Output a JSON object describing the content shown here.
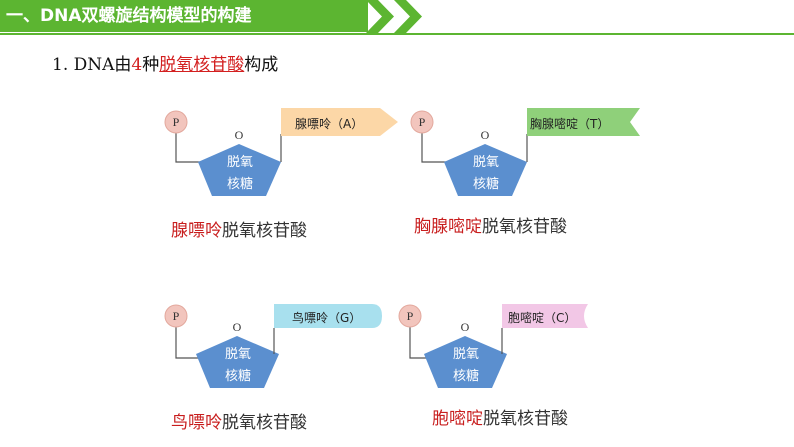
{
  "header": {
    "title": "一、DNA双螺旋结构模型的构建"
  },
  "subtitle": {
    "prefix": "1. DNA由",
    "count": "4",
    "middle": "种",
    "term": "脱氧核苷酸",
    "suffix": "构成"
  },
  "colors": {
    "green": "#5cb531",
    "pentagon": "#5b8fcf",
    "orange": "#fcd7a7",
    "green_light": "#8fd07a",
    "blue_light": "#a8e0ee",
    "pink": "#f2c7e6",
    "phosphate": "#f2c5bd",
    "red": "#c81e1e"
  },
  "nucleotides": [
    {
      "phosphate": "P",
      "oxygen": "O",
      "sugar_line1": "脱氧",
      "sugar_line2": "核糖",
      "base": "腺嘌呤（A）",
      "caption_red": "腺嘌呤",
      "caption_black": "脱氧核苷酸"
    },
    {
      "phosphate": "P",
      "oxygen": "O",
      "sugar_line1": "脱氧",
      "sugar_line2": "核糖",
      "base": "胸腺嘧啶（T）",
      "caption_red": "胸腺嘧啶",
      "caption_black": "脱氧核苷酸"
    },
    {
      "phosphate": "P",
      "oxygen": "O",
      "sugar_line1": "脱氧",
      "sugar_line2": "核糖",
      "base": "鸟嘌呤（G）",
      "caption_red": "鸟嘌呤",
      "caption_black": "脱氧核苷酸"
    },
    {
      "phosphate": "P",
      "oxygen": "O",
      "sugar_line1": "脱氧",
      "sugar_line2": "核糖",
      "base": "胞嘧啶（C）",
      "caption_red": "胞嘧啶",
      "caption_black": "脱氧核苷酸"
    }
  ]
}
